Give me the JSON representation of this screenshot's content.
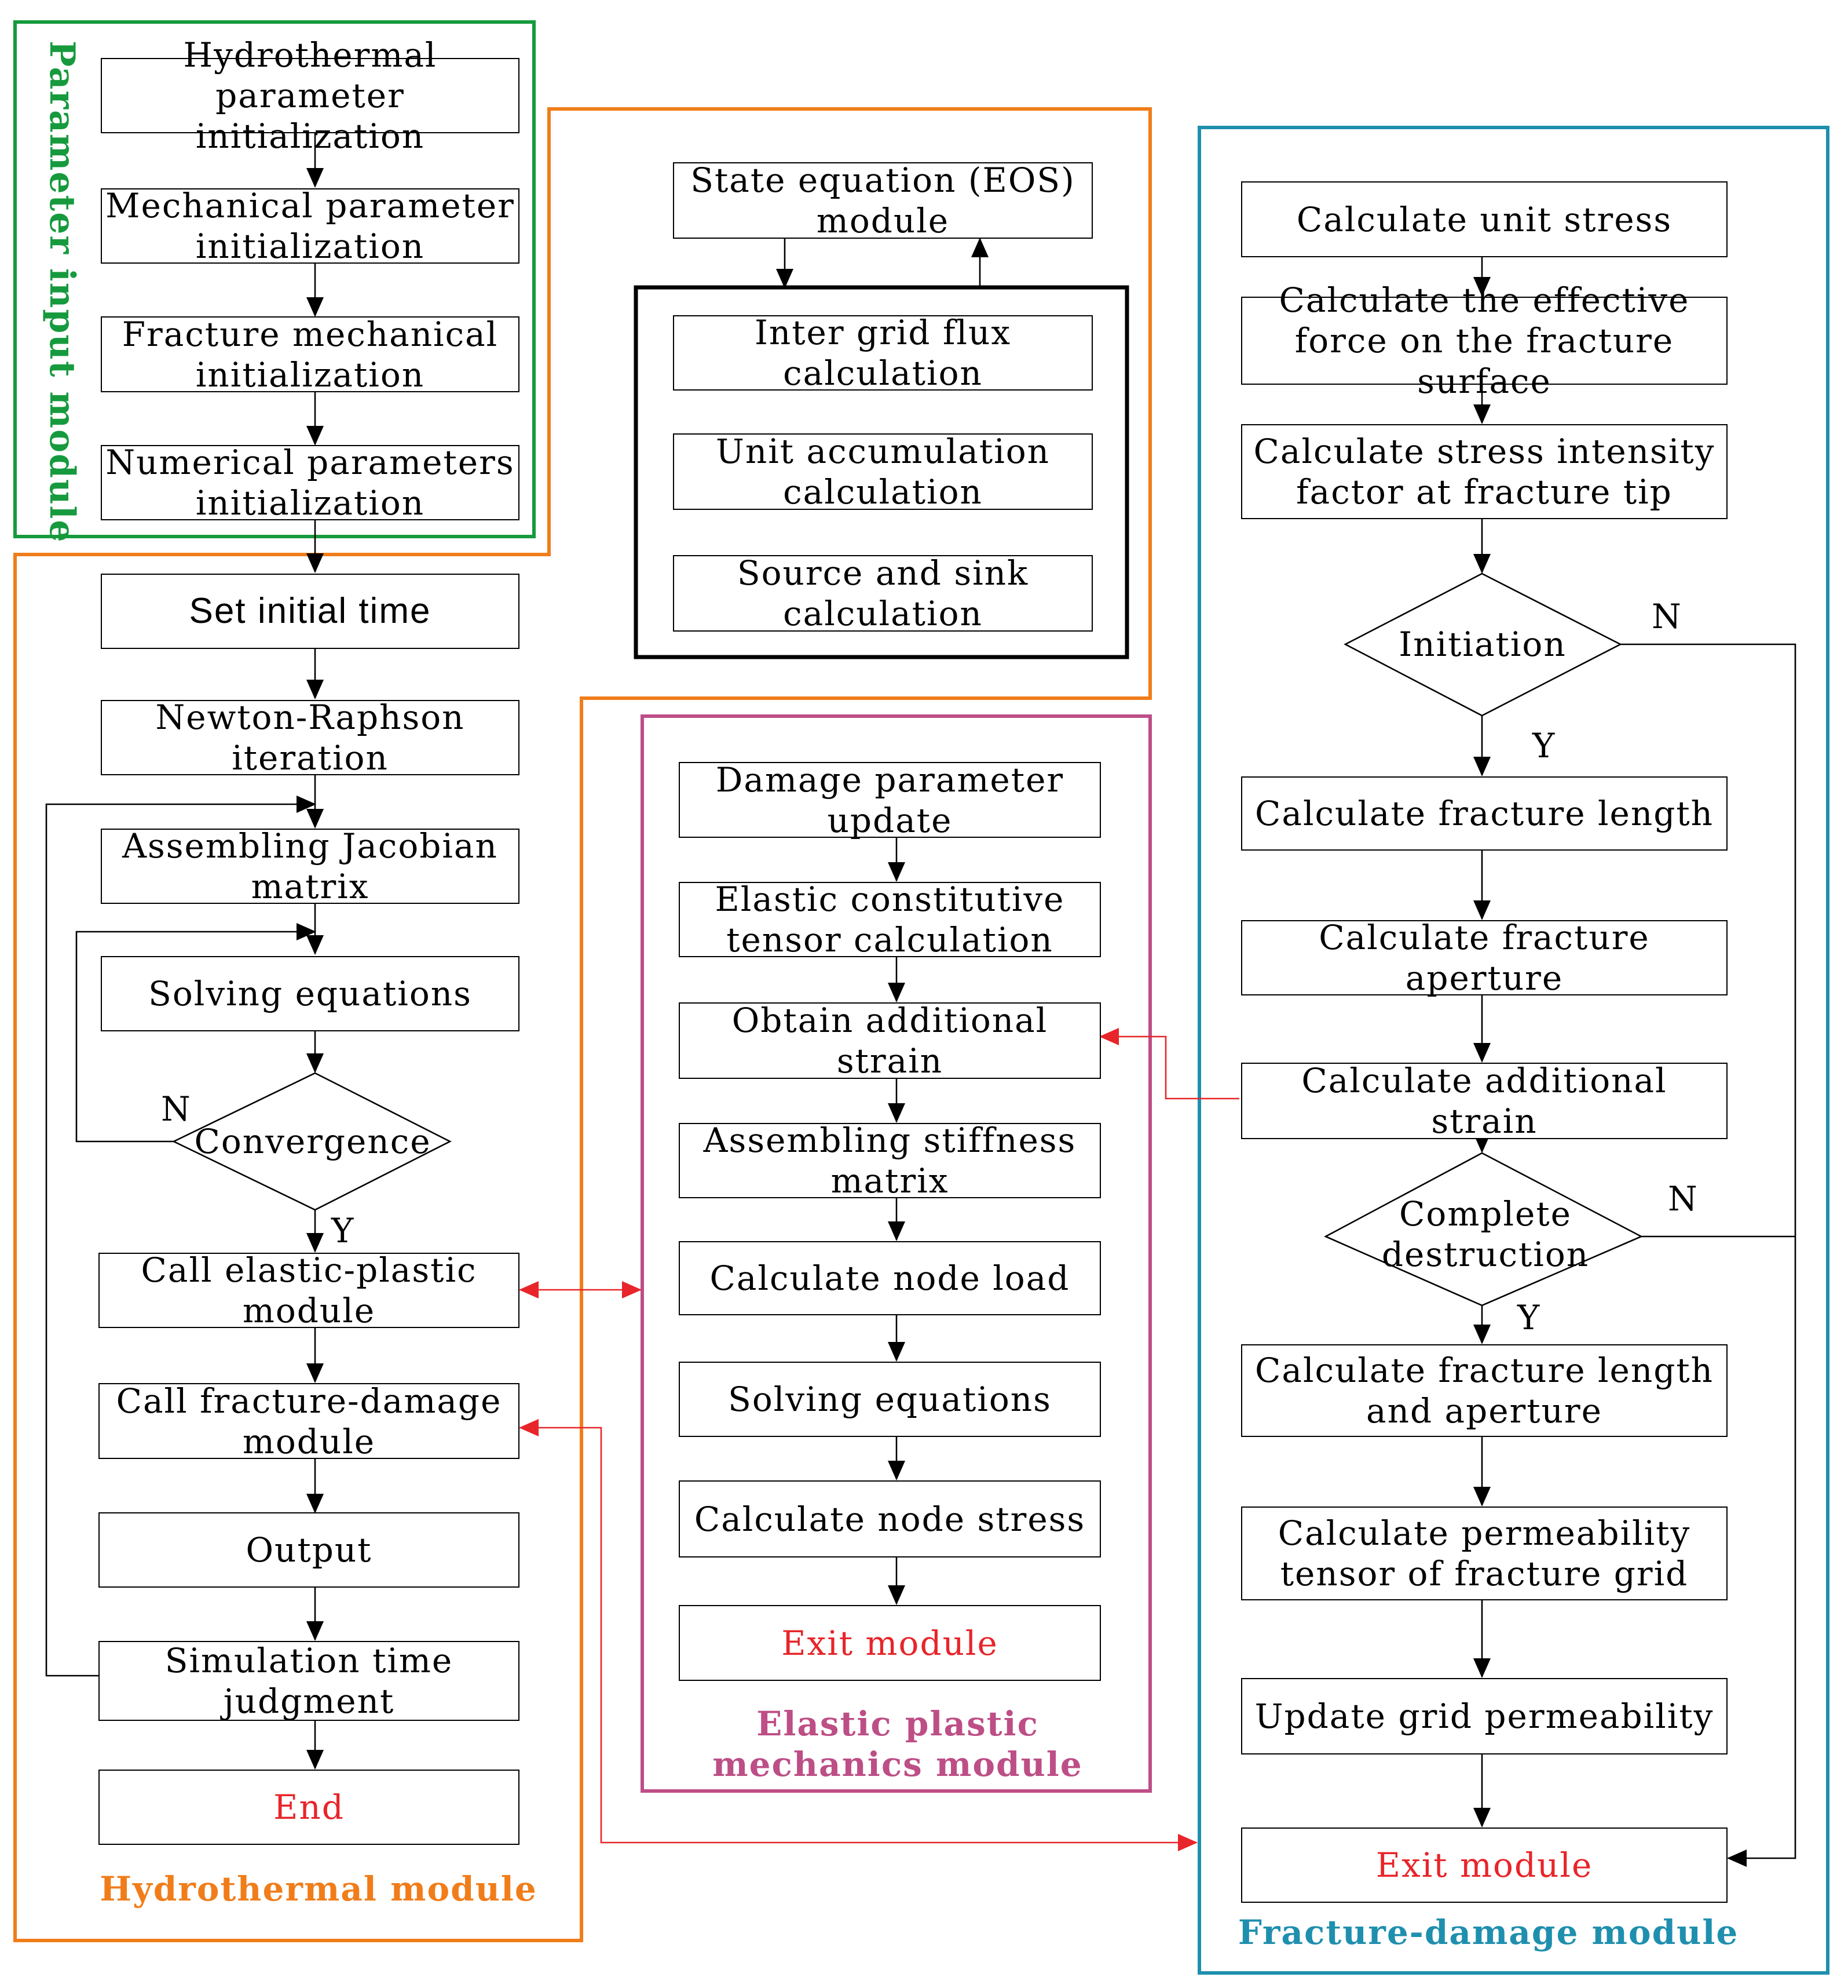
{
  "colors": {
    "parameter_module": "#169a3d",
    "hydrothermal_module": "#f07d1a",
    "elastic_module": "#bd4e86",
    "fracture_module": "#1f8fae",
    "red_arrow": "#e8252a",
    "red_text": "#e8252a"
  },
  "modules": {
    "parameter_input": "Parameter input module",
    "hydrothermal": "Hydrothermal module",
    "elastic_plastic": "Elastic plastic mechanics module",
    "fracture_damage": "Fracture-damage module"
  },
  "parameter_input": {
    "hydrothermal_init": "Hydrothermal parameter initialization",
    "mechanical_init": "Mechanical parameter initialization",
    "fracture_init": "Fracture mechanical initialization",
    "numerical_init": "Numerical parameters initialization"
  },
  "hydrothermal": {
    "set_initial_time": "Set initial time",
    "newton_raphson": "Newton-Raphson iteration",
    "assembling_jacobian": "Assembling Jacobian matrix",
    "solving_equations": "Solving equations",
    "convergence": "Convergence",
    "call_elastic": "Call elastic-plastic module",
    "call_fracture": "Call fracture-damage module",
    "output": "Output",
    "simulation_time": "Simulation time judgment",
    "end": "End"
  },
  "eos": {
    "state_equation": "State equation (EOS) module",
    "inter_grid_flux": "Inter grid flux calculation",
    "unit_accumulation": "Unit accumulation calculation",
    "source_sink": "Source and sink calculation"
  },
  "elastic": {
    "damage_update": "Damage parameter update",
    "elastic_tensor": "Elastic constitutive tensor calculation",
    "additional_strain": "Obtain additional strain",
    "stiffness_matrix": "Assembling stiffness matrix",
    "node_load": "Calculate node load",
    "solving_equations": "Solving equations",
    "node_stress": "Calculate node stress",
    "exit": "Exit module"
  },
  "fracture": {
    "unit_stress": "Calculate unit stress",
    "effective_force": "Calculate the effective force on the fracture surface",
    "stress_intensity": "Calculate stress intensity factor at fracture tip",
    "initiation": "Initiation",
    "fracture_length": "Calculate fracture length",
    "fracture_aperture": "Calculate fracture aperture",
    "additional_strain": "Calculate additional strain",
    "complete_destruction": "Complete destruction",
    "length_aperture": "Calculate fracture length and aperture",
    "permeability_tensor": "Calculate permeability tensor of fracture grid",
    "update_permeability": "Update grid permeability",
    "exit": "Exit module"
  },
  "labels": {
    "yes": "Y",
    "no": "N"
  }
}
